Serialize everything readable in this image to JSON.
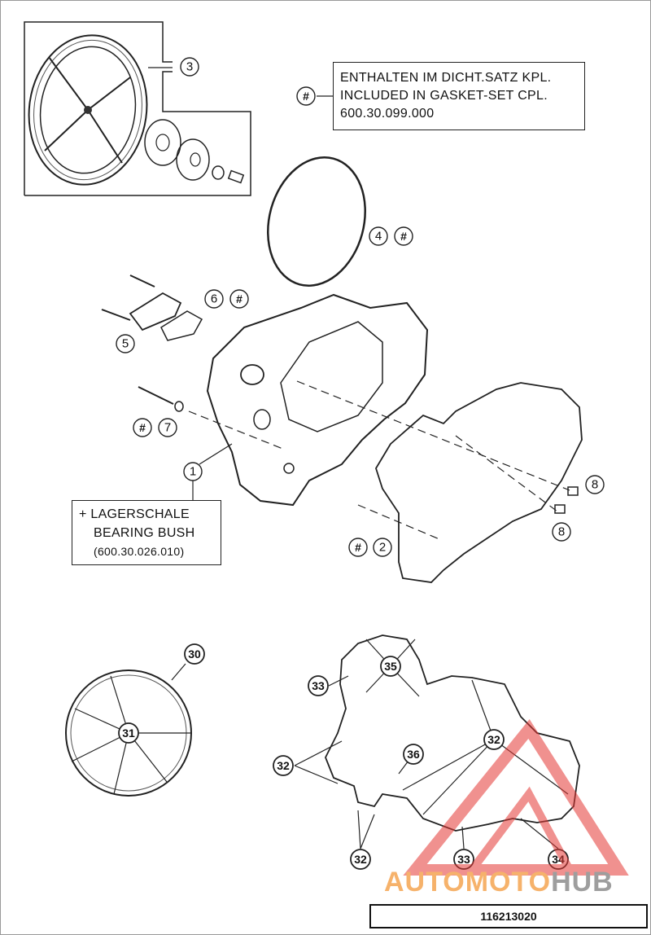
{
  "notes": {
    "gasket_set": {
      "line1": "ENTHALTEN IM DICHT.SATZ KPL.",
      "line2": "INCLUDED IN GASKET-SET CPL.",
      "line3": "600.30.099.000"
    },
    "bearing_bush": {
      "line1": "+ LAGERSCHALE",
      "line2": "BEARING BUSH",
      "line3": "(600.30.026.010)"
    }
  },
  "callouts": {
    "c1": "1",
    "c2": "2",
    "c3": "3",
    "c4": "4",
    "c5": "5",
    "c6": "6",
    "c7": "7",
    "c8a": "8",
    "c8b": "8",
    "hash": "#",
    "c30": "30",
    "c31": "31",
    "c32a": "32",
    "c32b": "32",
    "c32c": "32",
    "c33a": "33",
    "c33b": "33",
    "c34": "34",
    "c35": "35",
    "c36": "36"
  },
  "reference_number": "116213020",
  "watermark": {
    "part1": "AUTOMOTO",
    "part2": "HUB"
  },
  "colors": {
    "line": "#222222",
    "watermark_orange": "#f6b26b",
    "watermark_red": "#e53935",
    "watermark_gray": "#9e9e9e"
  }
}
